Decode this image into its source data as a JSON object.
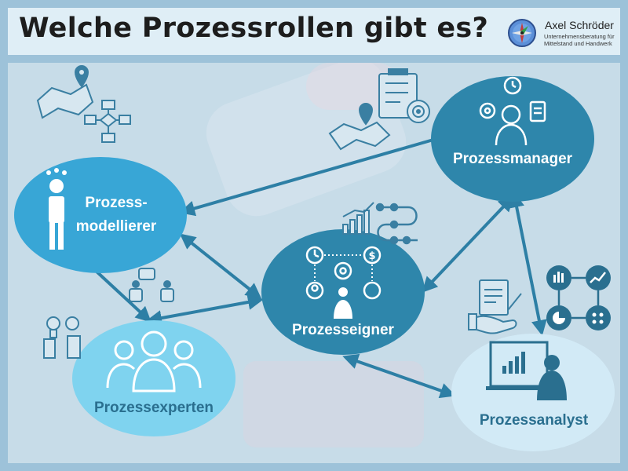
{
  "header": {
    "title": "Welche Prozessrollen gibt es?",
    "logo": {
      "name": "Axel Schröder",
      "subtitle_line1": "Unternehmensberatung für",
      "subtitle_line2": "Mittelstand und Handwerk"
    }
  },
  "nodes": {
    "manager": {
      "label": "Prozessmanager",
      "color": "#2e86ab"
    },
    "modellierer": {
      "label_line1": "Prozess-",
      "label_line2": "modellierer",
      "color": "#38a6d6"
    },
    "eigner": {
      "label": "Prozesseigner",
      "color": "#2e86ab"
    },
    "experten": {
      "label": "Prozessexperten",
      "color": "#7fd3ef"
    },
    "analyst": {
      "label": "Prozessanalyst",
      "color": "#d2eaf6"
    }
  },
  "colors": {
    "arrow": "#2d7fa5",
    "icon": "#3a7fa2",
    "frame": "#9dc2d9",
    "header_bg": "#dfeef6"
  },
  "icons": [
    "map-pin-icon",
    "flowchart-icon",
    "checklist-icon",
    "target-icon",
    "stopwatch-icon",
    "gear-icon",
    "person-icon",
    "clipboard-icon",
    "bar-chart-icon",
    "process-flow-icon",
    "dollar-icon",
    "lightbulb-icon",
    "chat-icon",
    "group-icon",
    "document-icon",
    "handshake-icon",
    "pie-chart-icon",
    "line-chart-icon",
    "dots-icon",
    "presenter-icon"
  ]
}
